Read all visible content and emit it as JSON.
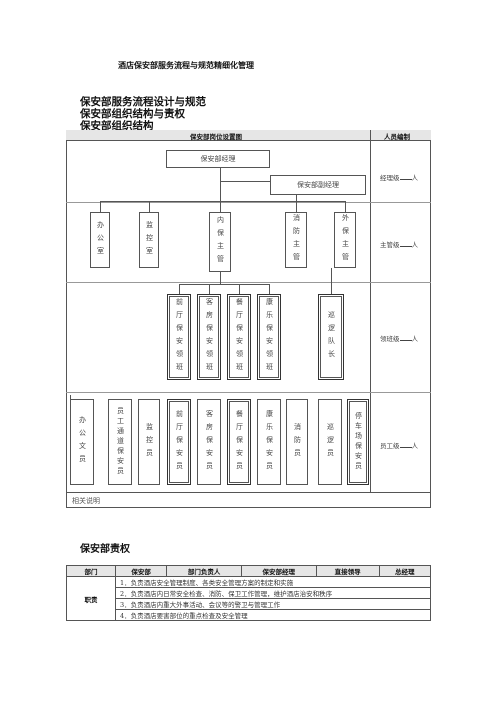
{
  "doc_title": "酒店保安部服务流程与规范精细化管理",
  "headings": [
    "保安部服务流程设计与规范",
    "保安部组织结构与责权",
    "保安部组织结构"
  ],
  "org_table": {
    "header_left": "保安部岗位设置图",
    "header_right": "人员编制",
    "manager": "保安部经理",
    "deputy": "保安部副经理",
    "row2": [
      "办公室",
      "监控室",
      "内保主管",
      "消防主管",
      "外保主管"
    ],
    "row3": [
      "前厅保安领班",
      "客房保安领班",
      "餐厅保安领班",
      "康乐保安领班",
      "巡逻队长"
    ],
    "row4": [
      "办公文员",
      "员工通道保安员",
      "监控员",
      "前厅保安员",
      "客房保安员",
      "餐厅保安员",
      "康乐保安员",
      "消防员",
      "巡逻员",
      "停车场保安员"
    ],
    "levels": [
      {
        "label": "经理级",
        "unit": "人"
      },
      {
        "label": "主管级",
        "unit": "人"
      },
      {
        "label": "领班级",
        "unit": "人"
      },
      {
        "label": "员工级",
        "unit": "人"
      }
    ],
    "note": "相关说明"
  },
  "resp_heading": "保安部责权",
  "resp_table": {
    "headers": [
      "部门",
      "保安部",
      "部门负责人",
      "保安部经理",
      "直接领导",
      "总经理"
    ],
    "row_label": "职责",
    "duties": [
      "1．负责酒店安全管理制度、各类安全管理方案的制定和实施",
      "2．负责酒店内日常安全检查、消防、保卫工作管理，维护酒店治安和秩序",
      "3．负责酒店内重大外事活动、会议等的警卫与管理工作",
      "4．负责酒店要害部位的重点检查及安全管理"
    ]
  }
}
